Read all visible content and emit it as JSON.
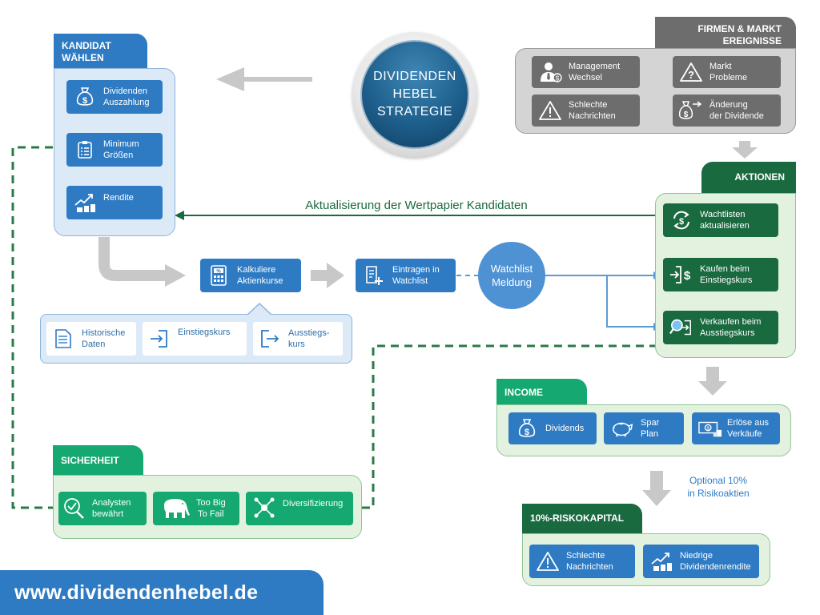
{
  "center": {
    "title": "DIVIDENDEN\nHEBEL\nSTRATEGIE"
  },
  "kandidat": {
    "title": "KANDIDAT\nWÄHLEN",
    "items": [
      {
        "label": "Dividenden\nAuszahlung",
        "icon": "money-bag-icon"
      },
      {
        "label": "Minimum\nGrößen",
        "icon": "checklist-icon"
      },
      {
        "label": "Rendite",
        "icon": "growth-chart-icon"
      }
    ]
  },
  "firmen": {
    "title": "FIRMEN & MARKT\nEREIGNISSE",
    "items": [
      {
        "label": "Management\nWechsel",
        "icon": "manager-icon"
      },
      {
        "label": "Markt\nProbleme",
        "icon": "question-warning-icon"
      },
      {
        "label": "Schlechte\nNachrichten",
        "icon": "warning-icon"
      },
      {
        "label": "Änderung\nder Dividende",
        "icon": "money-bag-change-icon"
      }
    ]
  },
  "aktionen": {
    "title": "AKTIONEN",
    "items": [
      {
        "label": "Wachtlisten\naktualisieren",
        "icon": "refresh-dollar-icon"
      },
      {
        "label": "Kaufen beim\nEinstiegskurs",
        "icon": "buy-icon"
      },
      {
        "label": "Verkaufen beim\nAusstiegskurs",
        "icon": "sell-search-icon"
      }
    ]
  },
  "update_label": "Aktualisierung der Wertpapier Kandidaten",
  "process": {
    "kalkuliere": "Kalkuliere\nAktienkurse",
    "eintragen": "Eintragen in\nWatchlist",
    "watchlist": "Watchlist\nMeldung"
  },
  "inputs": {
    "items": [
      {
        "label": "Historische\nDaten",
        "icon": "document-icon"
      },
      {
        "label": "Einstiegskurs",
        "icon": "entry-icon"
      },
      {
        "label": "Ausstiegs-\nkurs",
        "icon": "exit-icon"
      }
    ]
  },
  "income": {
    "title": "INCOME",
    "items": [
      {
        "label": "Dividends",
        "icon": "money-bag-icon"
      },
      {
        "label": "Spar\nPlan",
        "icon": "piggy-bank-icon"
      },
      {
        "label": "Erlöse aus\nVerkäufe",
        "icon": "cash-icon"
      }
    ]
  },
  "optional_note": "Optional 10%\nin Risikoaktien",
  "risiko": {
    "title": "10%-RISKOKAPITAL",
    "items": [
      {
        "label": "Schlechte\nNachrichten",
        "icon": "warning-icon"
      },
      {
        "label": "Niedrige\nDividendenrendite",
        "icon": "growth-chart-icon"
      }
    ]
  },
  "sicherheit": {
    "title": "SICHERHEIT",
    "items": [
      {
        "label": "Analysten\nbewährt",
        "icon": "magnifier-check-icon"
      },
      {
        "label": "Too Big\nTo Fail",
        "icon": "elephant-icon"
      },
      {
        "label": "Diversifizierung",
        "icon": "network-icon"
      }
    ]
  },
  "footer": {
    "url": "www.dividendenhebel.de"
  },
  "colors": {
    "blue": "#2e7bc4",
    "light_blue": "#dce9f7",
    "grey": "#6d6d6d",
    "light_grey": "#cfcfcf",
    "green": "#15a870",
    "dark_green": "#1a6a40",
    "light_green": "#e3f2df",
    "arrow_grey": "#c8c8c8"
  }
}
